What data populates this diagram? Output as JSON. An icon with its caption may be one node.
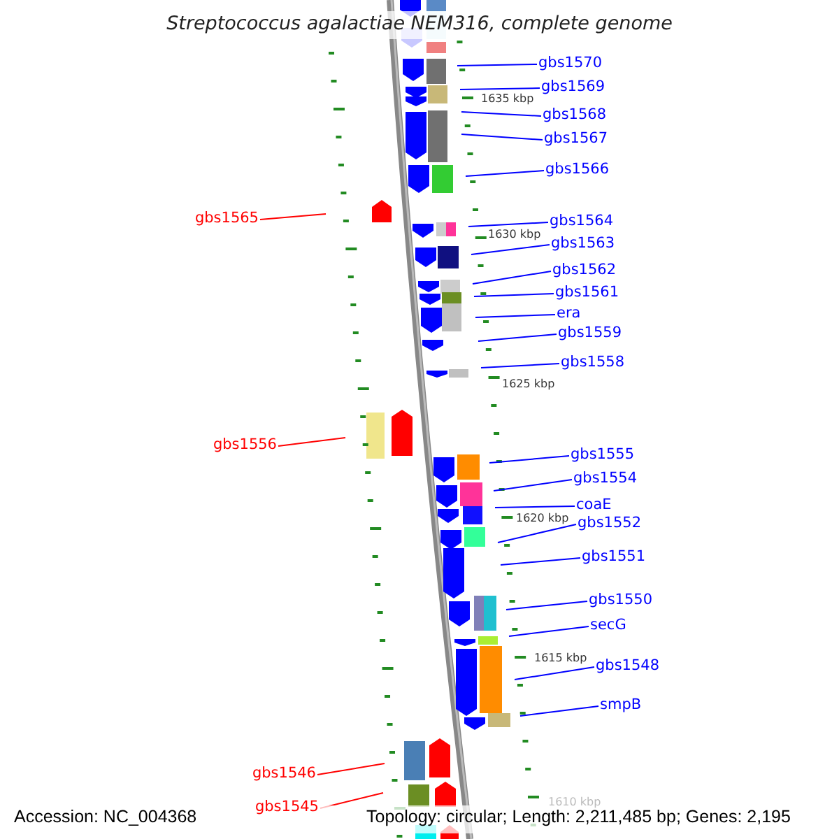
{
  "diagram": {
    "title": "Streptococcus agalactiae NEM316, complete genome",
    "nodes": [
      {
        "text": [
          "gbs1570"
        ]
      },
      {
        "text": [
          "gbs1569"
        ]
      },
      {
        "text": [
          "gbs1568"
        ]
      },
      {
        "text": [
          "gbs1567"
        ]
      },
      {
        "text": [
          "gbs1566"
        ]
      },
      {
        "text": [
          "gbs1565"
        ]
      },
      {
        "text": [
          "gbs1564"
        ]
      },
      {
        "text": [
          "gbs1563"
        ]
      },
      {
        "text": [
          "gbs1562"
        ]
      },
      {
        "text": [
          "gbs1561"
        ]
      },
      {
        "text": [
          "era"
        ]
      },
      {
        "text": [
          "gbs1559"
        ]
      },
      {
        "text": [
          "gbs1558"
        ]
      },
      {
        "text": [
          "gbs1556"
        ]
      },
      {
        "text": [
          "gbs1555"
        ]
      },
      {
        "text": [
          "gbs1554"
        ]
      },
      {
        "text": [
          "coaE"
        ]
      },
      {
        "text": [
          "gbs1552"
        ]
      },
      {
        "text": [
          "gbs1551"
        ]
      },
      {
        "text": [
          "gbs1550"
        ]
      },
      {
        "text": [
          "secG"
        ]
      },
      {
        "text": [
          "gbs1548"
        ]
      },
      {
        "text": [
          "smpB"
        ]
      },
      {
        "text": [
          "gbs1546"
        ]
      },
      {
        "text": [
          "gbs1545"
        ]
      }
    ],
    "edges": [
      {
        "from": 0,
        "to": null,
        "arrow": "none"
      },
      {
        "from": 1,
        "to": null,
        "arrow": "none"
      },
      {
        "from": 2,
        "to": null,
        "arrow": "none"
      },
      {
        "from": 3,
        "to": null,
        "arrow": "none"
      },
      {
        "from": 4,
        "to": null,
        "arrow": "none"
      },
      {
        "from": 5,
        "to": null,
        "arrow": "none",
        "color": "#ff0000"
      },
      {
        "from": 6,
        "to": null,
        "arrow": "none"
      },
      {
        "from": 7,
        "to": null,
        "arrow": "none"
      },
      {
        "from": 8,
        "to": null,
        "arrow": "none"
      },
      {
        "from": 9,
        "to": null,
        "arrow": "none"
      },
      {
        "from": 10,
        "to": null,
        "arrow": "none"
      },
      {
        "from": 11,
        "to": null,
        "arrow": "none"
      },
      {
        "from": 12,
        "to": null,
        "arrow": "none"
      },
      {
        "from": 13,
        "to": null,
        "arrow": "none",
        "color": "#ff0000"
      },
      {
        "from": 14,
        "to": null,
        "arrow": "none"
      },
      {
        "from": 15,
        "to": null,
        "arrow": "none"
      },
      {
        "from": 16,
        "to": null,
        "arrow": "none"
      },
      {
        "from": 17,
        "to": null,
        "arrow": "none"
      },
      {
        "from": 18,
        "to": null,
        "arrow": "none"
      },
      {
        "from": 19,
        "to": null,
        "arrow": "none"
      },
      {
        "from": 20,
        "to": null,
        "arrow": "none"
      },
      {
        "from": 21,
        "to": null,
        "arrow": "none"
      },
      {
        "from": 22,
        "to": null,
        "arrow": "none"
      },
      {
        "from": 23,
        "to": null,
        "arrow": "none",
        "color": "#ff0000"
      },
      {
        "from": 24,
        "to": null,
        "arrow": "none",
        "color": "#ff0000"
      }
    ],
    "labels": [
      "1635 kbp",
      "1630 kbp",
      "1625 kbp",
      "1620 kbp",
      "1615 kbp",
      "1610 kbp",
      "Accession: NC_004368",
      "Topology: circular; Length: 2,211,485 bp; Genes: 2,195"
    ]
  }
}
